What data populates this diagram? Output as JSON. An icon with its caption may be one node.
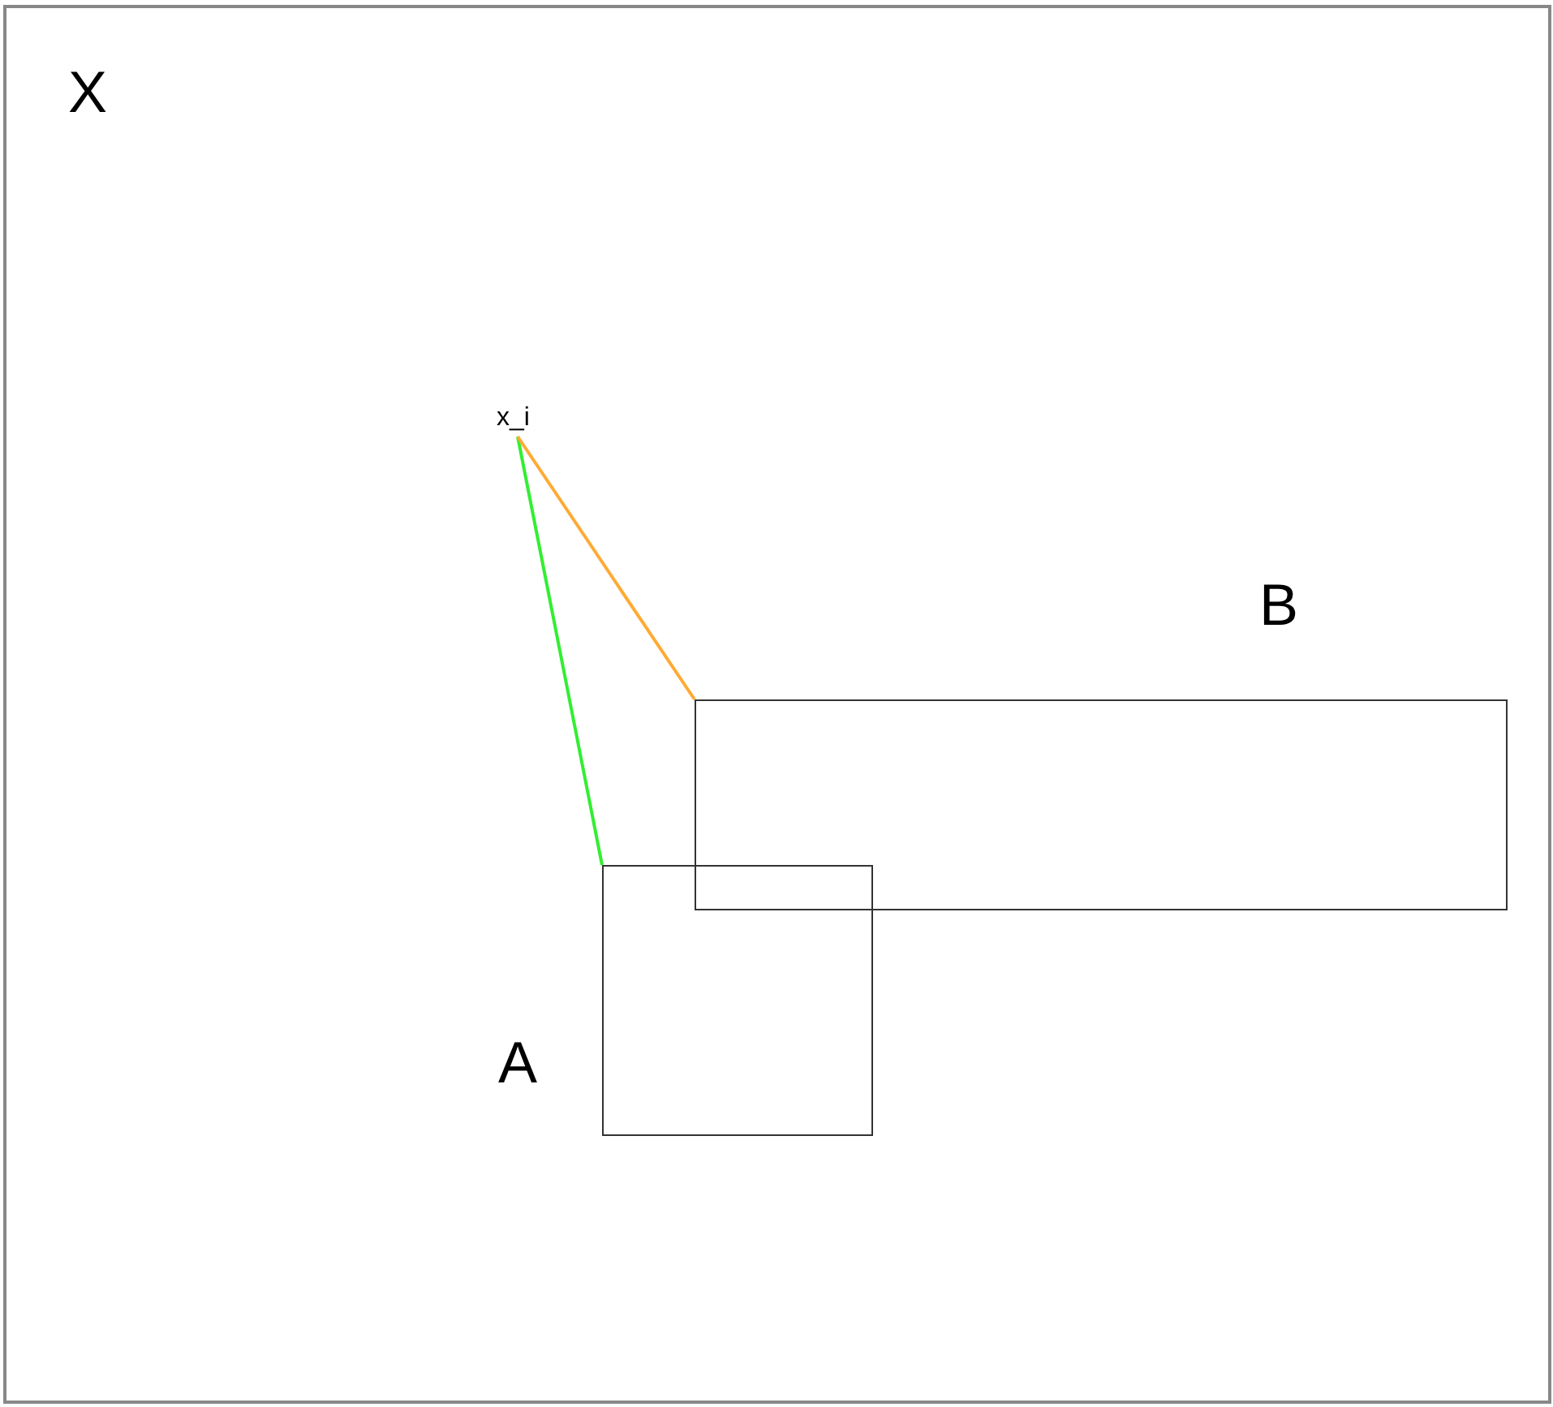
{
  "diagram": {
    "nodes": [
      {
        "text": [
          "X"
        ]
      },
      {
        "text": [
          "x_i"
        ],
        "in": 0
      },
      {
        "text": [
          "B"
        ],
        "in": 0
      },
      {
        "text": [
          "A"
        ],
        "in": 0
      }
    ],
    "edges": [
      {
        "from": 1,
        "to": 3,
        "arrow": "none",
        "color": "#33ee33"
      },
      {
        "from": 1,
        "to": 2,
        "arrow": "none",
        "color": "#ffaa33"
      }
    ]
  }
}
